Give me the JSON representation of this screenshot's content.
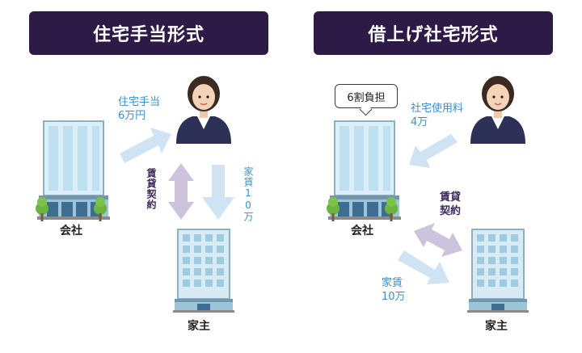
{
  "colors": {
    "banner": "#2e1a47",
    "blue_text": "#3b8fc9",
    "arrow_blue": "#cfe3f2",
    "arrow_purple": "#cdc3dc",
    "building_glass": "#bfe0f0",
    "building_frame": "#8fb0c4"
  },
  "left": {
    "title": "住宅手当形式",
    "allowance_label": "住宅手当",
    "allowance_amount": "6万円",
    "contract_label": "賃貸契約",
    "rent_label": "家賃10万",
    "company_label": "会社",
    "landlord_label": "家主"
  },
  "right": {
    "title": "借上げ社宅形式",
    "share_bubble": "6割負担",
    "fee_label": "社宅使用料",
    "fee_amount": "4万",
    "contract_label_1": "賃貸",
    "contract_label_2": "契約",
    "rent_label_1": "家賃",
    "rent_label_2": "10万",
    "company_label": "会社",
    "landlord_label": "家主"
  },
  "icons": {
    "company": "office-building-icon",
    "landlord": "apartment-building-icon",
    "employee": "employee-woman-icon"
  }
}
